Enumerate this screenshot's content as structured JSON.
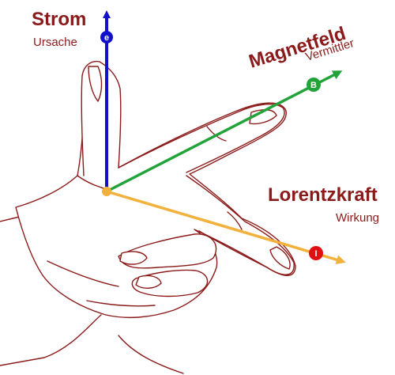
{
  "labels": {
    "strom": {
      "title": "Strom",
      "subtitle": "Ursache"
    },
    "magnetfeld": {
      "title": "Magnetfeld",
      "subtitle": "Vermittler"
    },
    "lorentzkraft": {
      "title": "Lorentzkraft",
      "subtitle": "Wirkung"
    }
  },
  "badges": {
    "strom": "e",
    "magnetfeld": "B",
    "lorentzkraft": "I"
  },
  "colors": {
    "text": "#8b1a1a",
    "hand_outline": "#8b1a1a",
    "hand_fill": "#ffffff",
    "strom_arrow": "#1111cc",
    "magnetfeld_arrow": "#22a33a",
    "lorentzkraft_arrow": "#f2b13c",
    "lorentzkraft_badge": "#e01010",
    "origin": "#f2b13c"
  }
}
